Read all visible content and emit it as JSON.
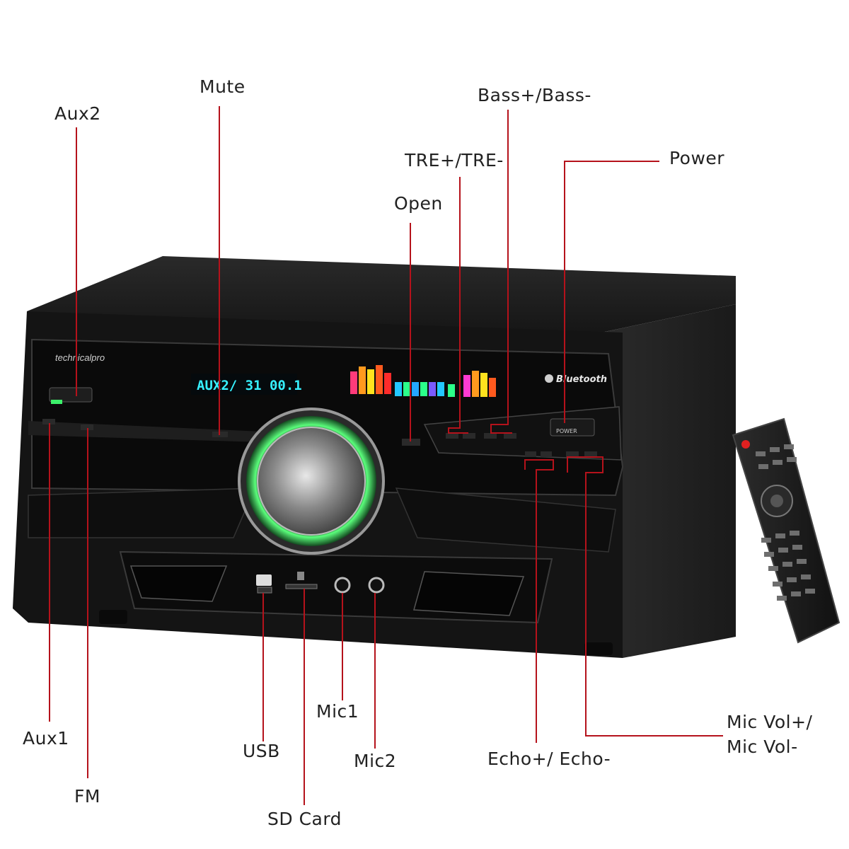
{
  "labels": {
    "mute": "Mute",
    "aux2": "Aux2",
    "bass": "Bass+/Bass-",
    "tre": "TRE+/TRE-",
    "power": "Power",
    "open": "Open",
    "aux1": "Aux1",
    "fm": "FM",
    "usb": "USB",
    "sd_card": "SD Card",
    "mic1": "Mic1",
    "mic2": "Mic2",
    "echo": "Echo+/ Echo-",
    "mic_vol_1": "Mic Vol+/",
    "mic_vol_2": "Mic Vol-"
  },
  "device": {
    "brand": "technicalpro",
    "display_text": "AUX2/ 31  00.1",
    "bluetooth_label": "Bluetooth",
    "power_label": "POWER"
  },
  "colors": {
    "leader_line": "#b5121b",
    "cabinet": "#1c1c1c",
    "panel": "#0b0b0b",
    "lcd": "#36f0ff",
    "ring_glow": "#3cf06a"
  },
  "icons": [
    "bluetooth-icon",
    "usb-icon",
    "sd-card-icon",
    "mic-jack-icon"
  ]
}
